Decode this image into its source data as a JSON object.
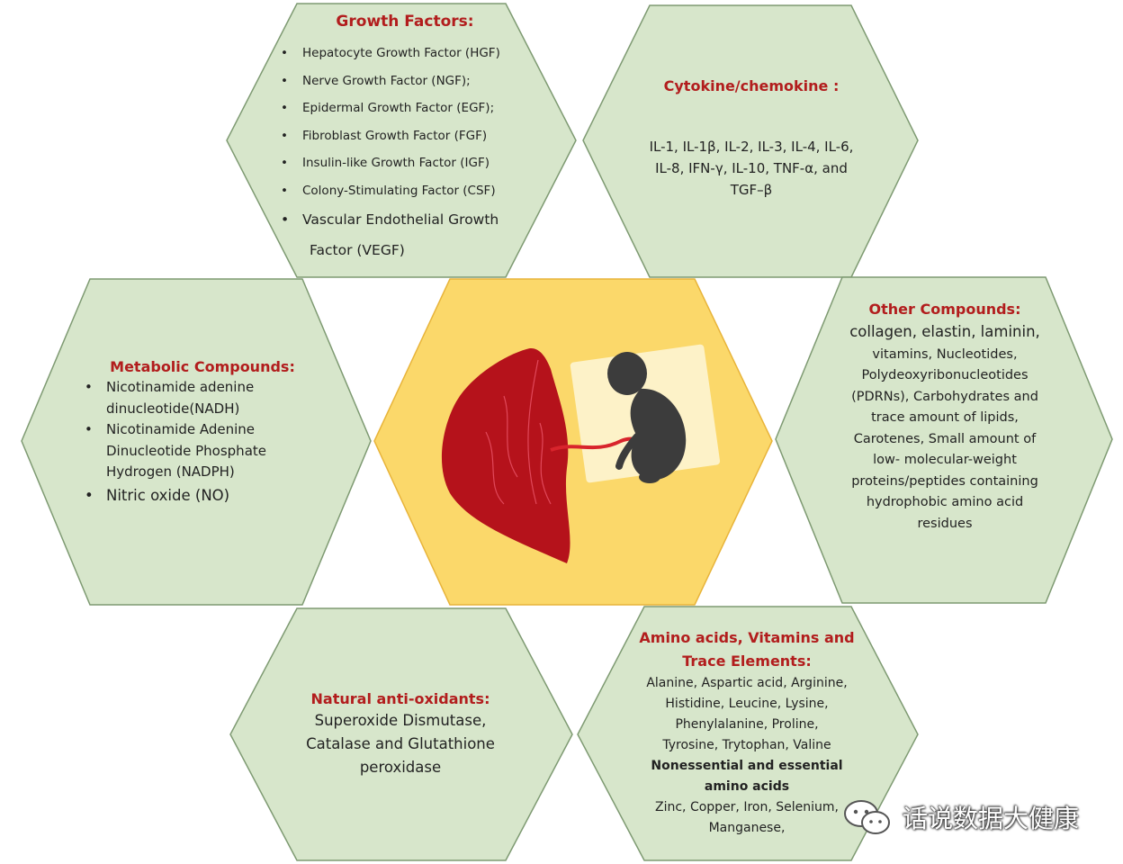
{
  "colors": {
    "hex_fill": "#d7e6cb",
    "hex_stroke": "#7e9a72",
    "center_fill": "#fbd86a",
    "center_stroke": "#e8b43a",
    "title_red": "#b21d1d",
    "placenta": "#b5121b",
    "fetus": "#3c3c3c"
  },
  "growth": {
    "title": "Growth Factors:",
    "items": [
      "Hepatocyte Growth Factor (HGF)",
      "Nerve Growth Factor (NGF);",
      "Epidermal Growth Factor (EGF);",
      "Fibroblast Growth Factor (FGF)",
      "Insulin-like Growth Factor (IGF)",
      "Colony-Stimulating Factor (CSF)"
    ],
    "last_item_1": "Vascular Endothelial Growth",
    "last_item_2": "Factor (VEGF)"
  },
  "cytokine": {
    "title": "Cytokine/chemokine :",
    "line1": "IL-1, IL-1β, IL-2, IL-3, IL-4, IL-6,",
    "line2": "IL-8, IFN-γ, IL-10, TNF-α, and",
    "line3": "TGF–β"
  },
  "metabolic": {
    "title": "Metabolic Compounds:",
    "item1_a": "Nicotinamide adenine",
    "item1_b": "dinucleotide(NADH)",
    "item2_a": "Nicotinamide Adenine",
    "item2_b": "Dinucleotide Phosphate",
    "item2_c": "Hydrogen (NADPH)",
    "item3": "Nitric oxide (NO)"
  },
  "other": {
    "title": "Other Compounds:",
    "lines": [
      "collagen, elastin, laminin,",
      "vitamins, Nucleotides,",
      "Polydeoxyribonucleotides",
      "(PDRNs), Carbohydrates and",
      "trace amount of lipids,",
      "Carotenes, Small amount of",
      "low- molecular-weight",
      "proteins/peptides containing",
      "hydrophobic amino acid",
      "residues"
    ]
  },
  "antioxidants": {
    "title": "Natural anti-oxidants:",
    "lines": [
      "Superoxide Dismutase,",
      "Catalase and Glutathione",
      "peroxidase"
    ]
  },
  "amino": {
    "title_1": "Amino acids, Vitamins and",
    "title_2": "Trace Elements:",
    "lines": [
      "Alanine, Aspartic acid, Arginine,",
      "Histidine, Leucine, Lysine,",
      "Phenylalanine, Proline,",
      "Tyrosine, Trytophan, Valine"
    ],
    "bold_1": "Nonessential and essential",
    "bold_2": "amino acids",
    "line_zinc": "Zinc, Copper, Iron, Selenium,",
    "line_mn": "Manganese,"
  },
  "watermark": {
    "text": "话说数据大健康",
    "icon": "wechat-icon"
  }
}
